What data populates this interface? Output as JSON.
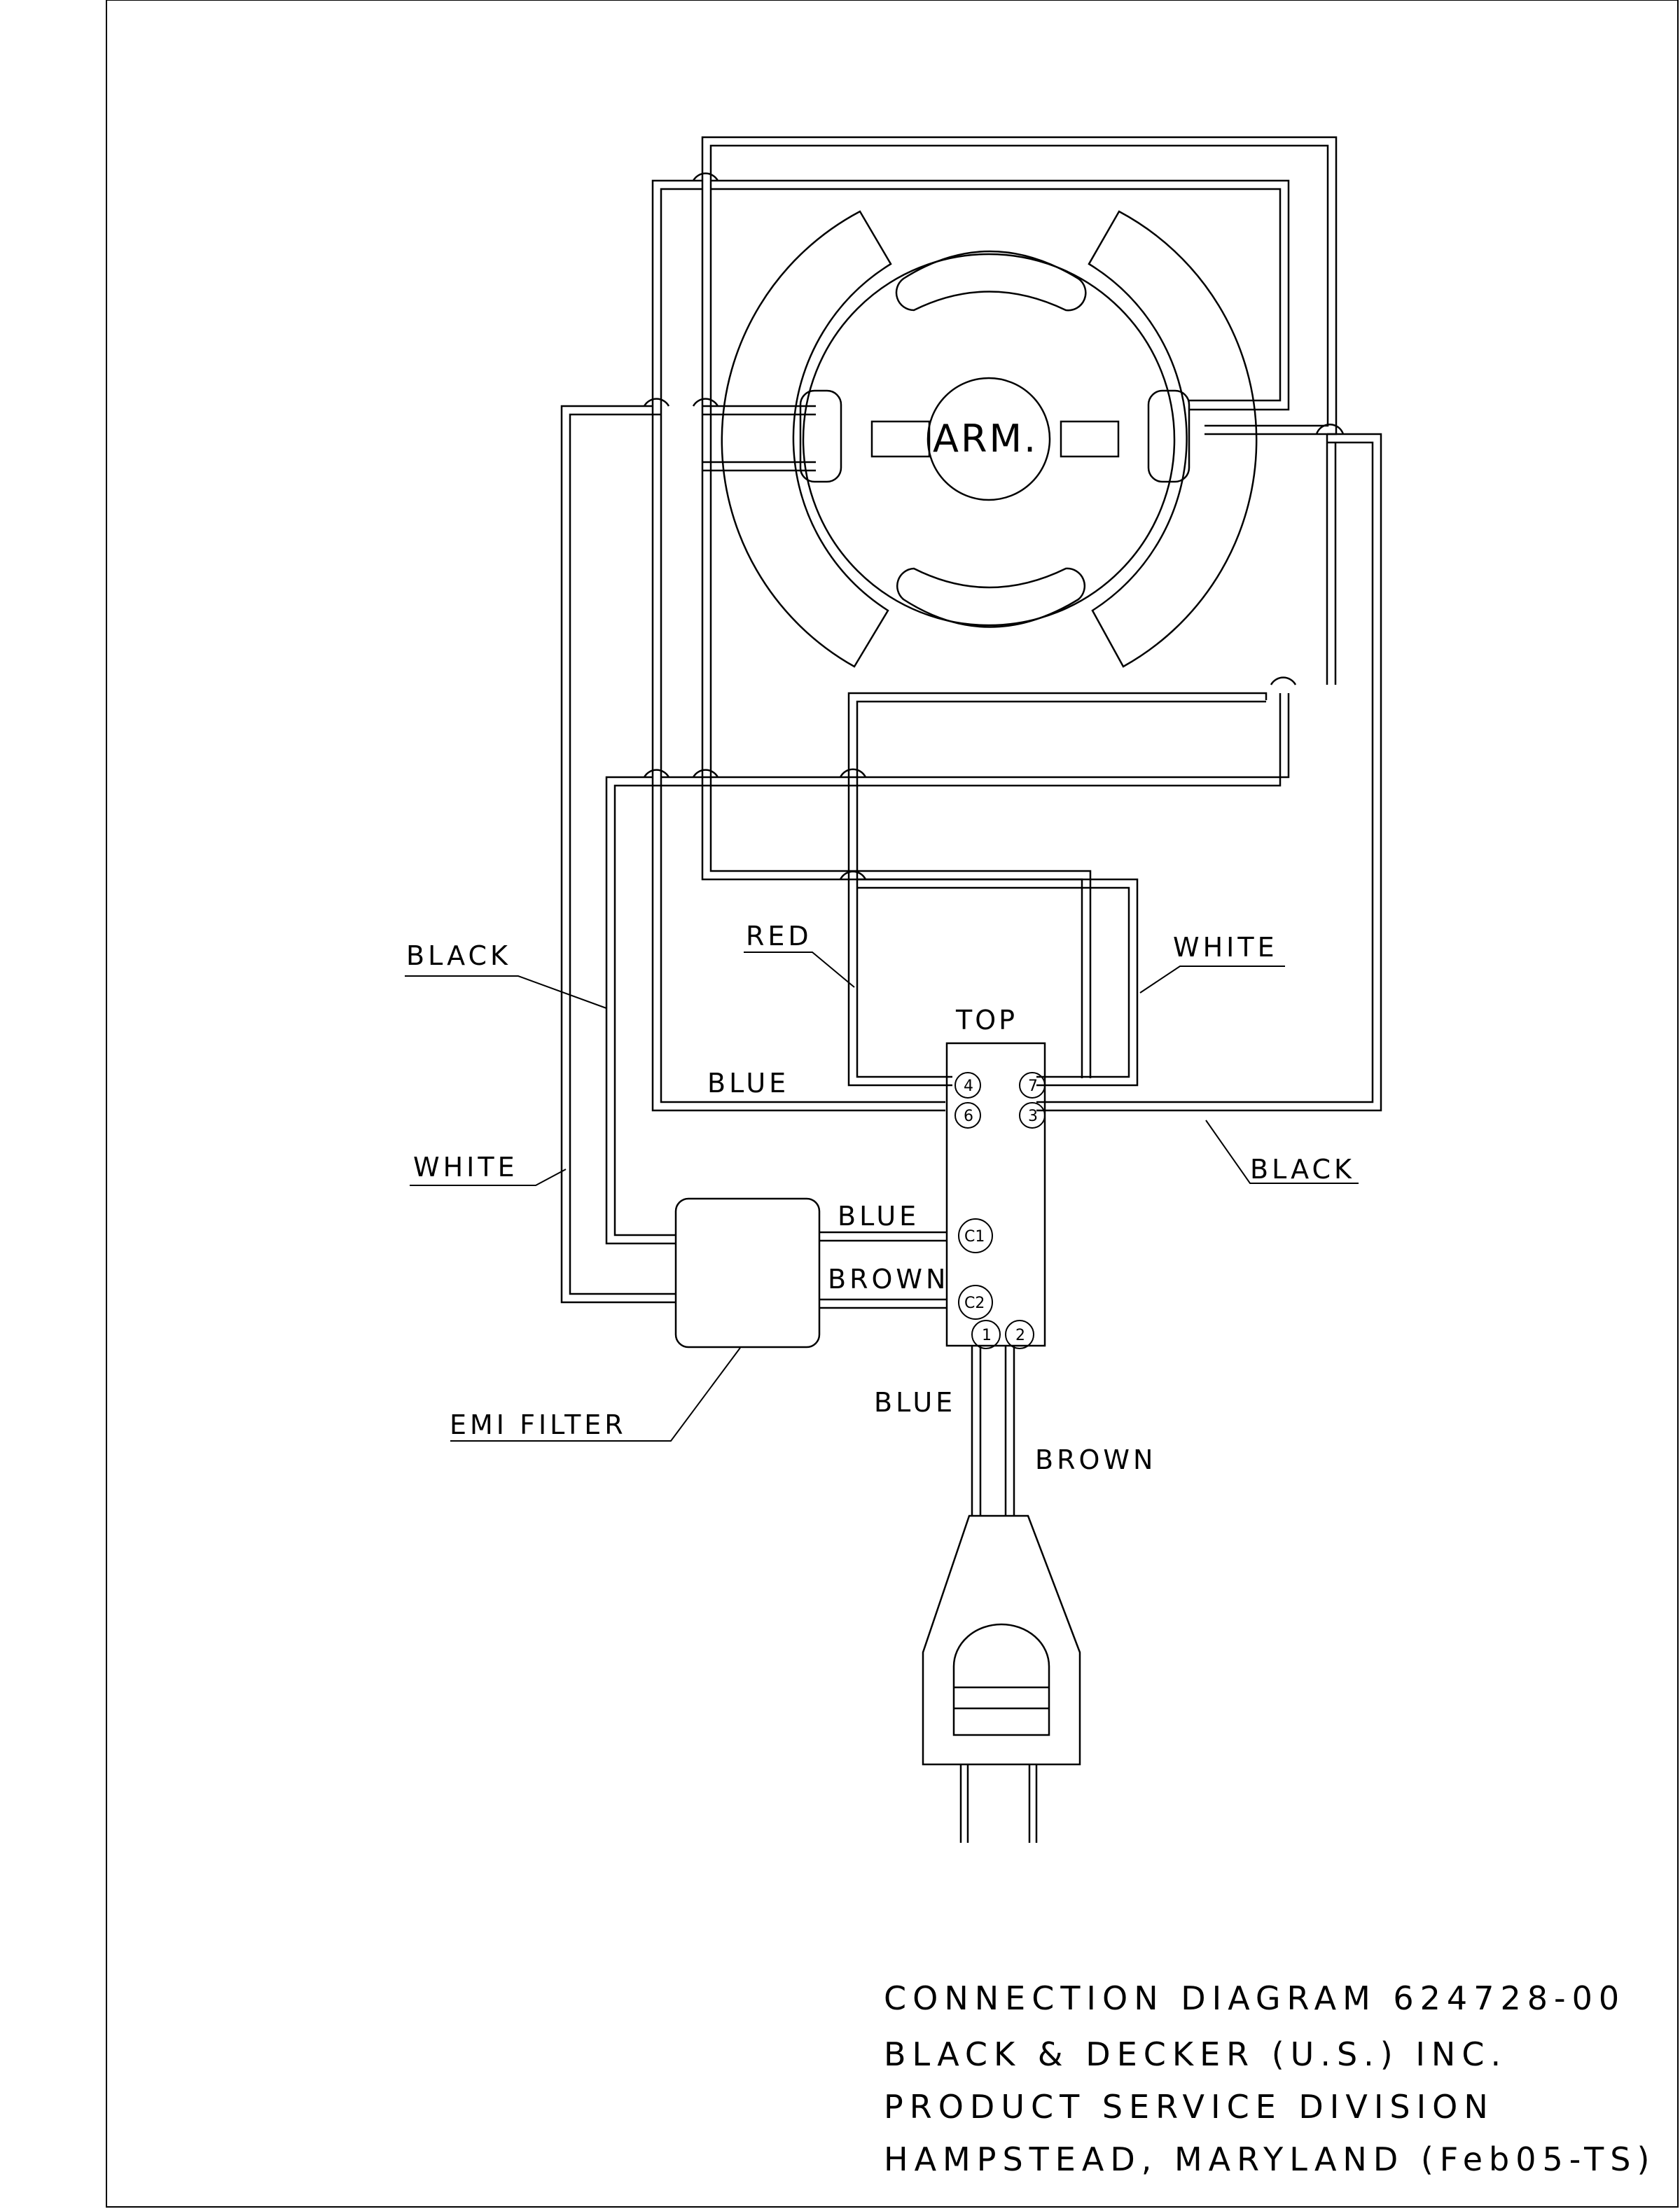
{
  "motor": {
    "armature_label": "ARM."
  },
  "switch": {
    "top_label": "TOP",
    "terminals": [
      "4",
      "7",
      "6",
      "3",
      "C1",
      "C2",
      "1",
      "2"
    ]
  },
  "labels": {
    "black_left": "BLACK",
    "white_left": "WHITE",
    "red": "RED",
    "white_right": "WHITE",
    "blue_upper": "BLUE",
    "black_right": "BLACK",
    "blue_filter": "BLUE",
    "brown_filter": "BROWN",
    "emi_filter": "EMI FILTER",
    "blue_cord": "BLUE",
    "brown_cord": "BROWN"
  },
  "title_block": {
    "line1": "CONNECTION DIAGRAM 624728-00",
    "line2": "BLACK & DECKER (U.S.) INC.",
    "line3": "PRODUCT SERVICE DIVISION",
    "line4": "HAMPSTEAD, MARYLAND (Feb05-TS)"
  }
}
